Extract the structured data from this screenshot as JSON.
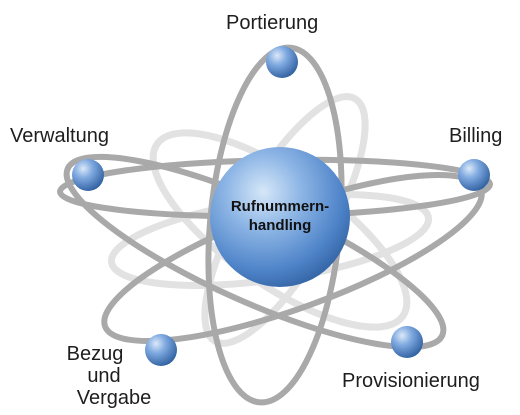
{
  "diagram": {
    "center": {
      "line1": "Rufnummern-",
      "line2": "handling"
    },
    "nodes": {
      "portierung": "Portierung",
      "verwaltung": "Verwaltung",
      "billing": "Billing",
      "bezug": {
        "line1": "Bezug",
        "line2": "und",
        "line3": "Vergabe"
      },
      "provisionierung": "Provisionierung"
    }
  }
}
